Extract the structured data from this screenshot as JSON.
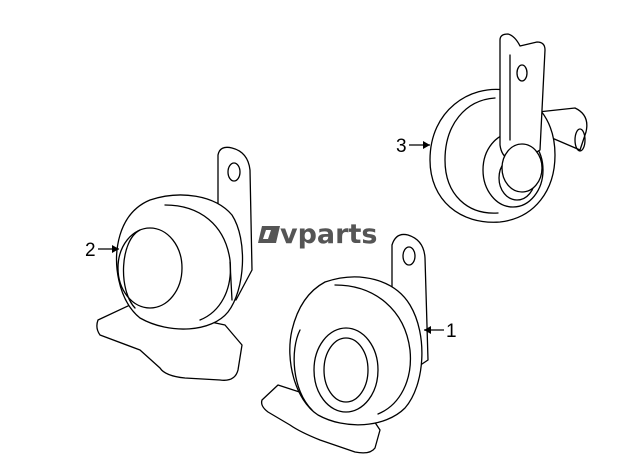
{
  "watermark": {
    "brand": "vparts"
  },
  "parts": [
    {
      "callout": "1"
    },
    {
      "callout": "2"
    },
    {
      "callout": "3"
    }
  ]
}
